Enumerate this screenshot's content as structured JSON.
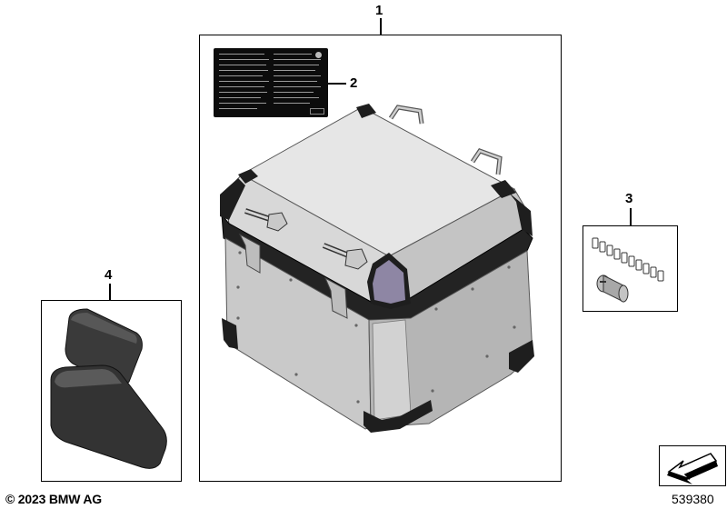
{
  "callouts": {
    "c1": "1",
    "c2": "2",
    "c3": "3",
    "c4": "4"
  },
  "footer": {
    "copyright": "© 2023 BMW AG",
    "diagram_number": "539380"
  },
  "colors": {
    "aluminium": "#c9c9c9",
    "aluminium_top": "#e4e4e4",
    "trim_dark": "#1e1e1e",
    "corner_purple": "#8e86a4",
    "label_black": "#0c0c0c",
    "pad_dark": "#3a3a3a"
  },
  "icons": {
    "navigation": "arrow-down-left-icon"
  }
}
